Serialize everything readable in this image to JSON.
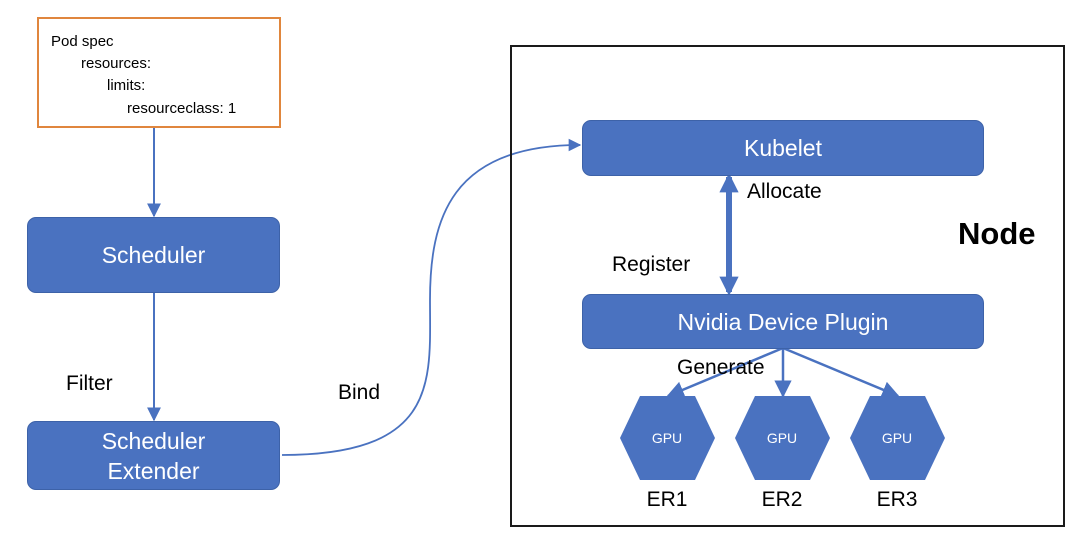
{
  "pod_spec": {
    "lines": [
      "Pod spec",
      "resources:",
      "limits:",
      "resourceclass: 1"
    ]
  },
  "nodes": {
    "scheduler": "Scheduler",
    "scheduler_extender_line1": "Scheduler",
    "scheduler_extender_line2": "Extender",
    "kubelet": "Kubelet",
    "device_plugin": "Nvidia Device Plugin",
    "node_title": "Node"
  },
  "edges": {
    "filter": "Filter",
    "bind": "Bind",
    "allocate": "Allocate",
    "register": "Register",
    "generate": "Generate"
  },
  "gpus": [
    {
      "label": "GPU",
      "name": "ER1"
    },
    {
      "label": "GPU",
      "name": "ER2"
    },
    {
      "label": "GPU",
      "name": "ER3"
    }
  ],
  "colors": {
    "box_fill": "#4a72c0",
    "arrow": "#4a72c0",
    "spec_border": "#e0863d",
    "frame": "#1a1a1a"
  }
}
